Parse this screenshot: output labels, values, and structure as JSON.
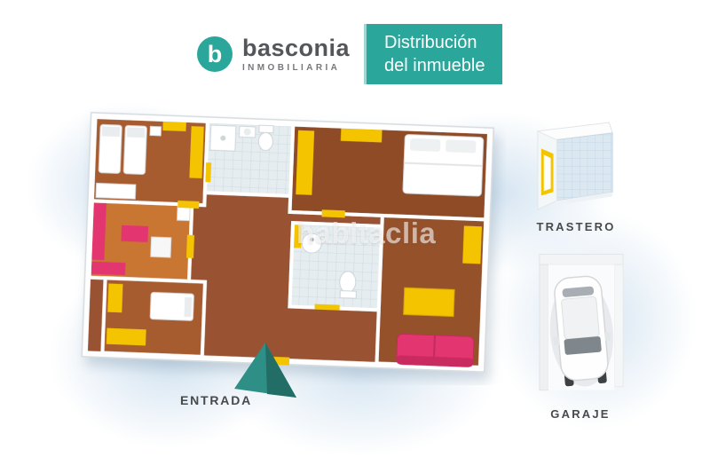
{
  "header": {
    "logo_letter": "b",
    "brand": "basconia",
    "brand_sub": "INMOBILIARIA",
    "title_line1": "Distribución",
    "title_line2": "del inmueble"
  },
  "watermark": "habitaclia",
  "labels": {
    "entrance": "ENTRADA",
    "storage": "TRASTERO",
    "garage": "GARAJE"
  },
  "colors": {
    "teal": "#2BA69B",
    "teal_dark": "#2E8F87",
    "brand_gray": "#55565A",
    "label_gray": "#48494B",
    "yellow": "#F5C400",
    "pink": "#E3356F",
    "wood": "#9A5330",
    "wood_light": "#A65C2D",
    "wood_dark": "#8E4B27",
    "kitchen_floor": "#C97631",
    "tile_blue": "#E6EDF0"
  }
}
